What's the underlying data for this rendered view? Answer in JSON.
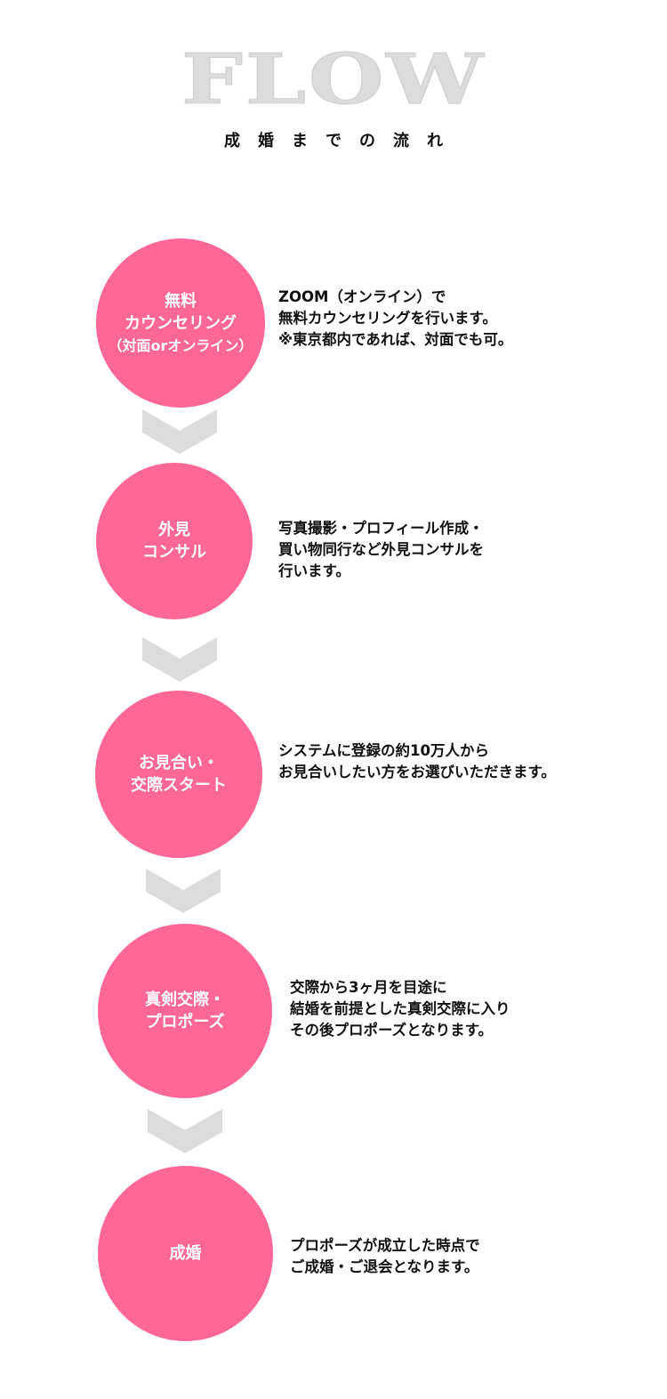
{
  "header": {
    "title": "FLOW",
    "subtitle": "成婚までの流れ"
  },
  "colors": {
    "accent": "#ff6896",
    "chevron": "#dcdcdc"
  },
  "steps": [
    {
      "label_lines": [
        "無料",
        "カウンセリング",
        "（対面orオンライン）"
      ],
      "desc_lines": [
        "ZOOM（オンライン）で",
        "無料カウンセリングを行います。",
        "※東京都内であれば、対面でも可。"
      ]
    },
    {
      "label_lines": [
        "外見",
        "コンサル"
      ],
      "desc_lines": [
        "写真撮影・プロフィール作成・",
        "買い物同行など外見コンサルを",
        "行います。"
      ]
    },
    {
      "label_lines": [
        "お見合い・",
        "交際スタート"
      ],
      "desc_lines": [
        "システムに登録の約10万人から",
        "お見合いしたい方をお選びいただきます。"
      ]
    },
    {
      "label_lines": [
        "真剣交際・",
        "プロポーズ"
      ],
      "desc_lines": [
        "交際から3ヶ月を目途に",
        "結婚を前提とした真剣交際に入り",
        "その後プロポーズとなります。"
      ]
    },
    {
      "label_lines": [
        "成婚"
      ],
      "desc_lines": [
        "プロポーズが成立した時点で",
        "ご成婚・ご退会となります。"
      ]
    }
  ]
}
